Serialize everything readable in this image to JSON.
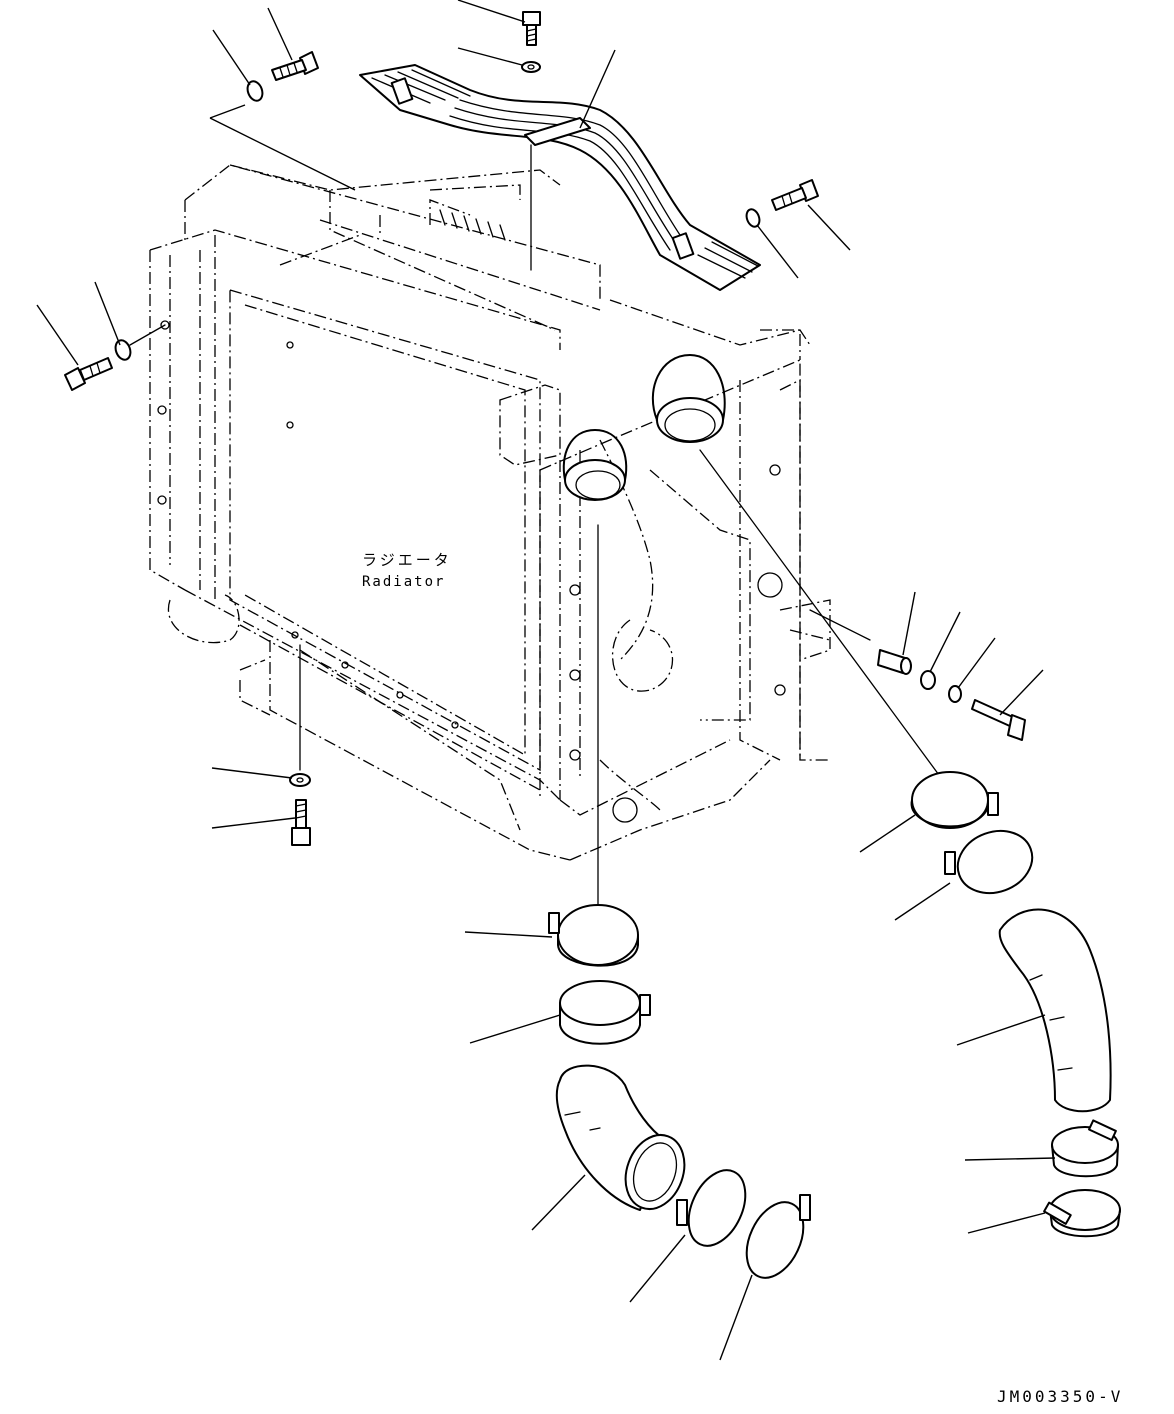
{
  "labels": {
    "radiator_jp": "ラジエータ",
    "radiator_en": "Radiator"
  },
  "drawing_code": "JM003350-V"
}
